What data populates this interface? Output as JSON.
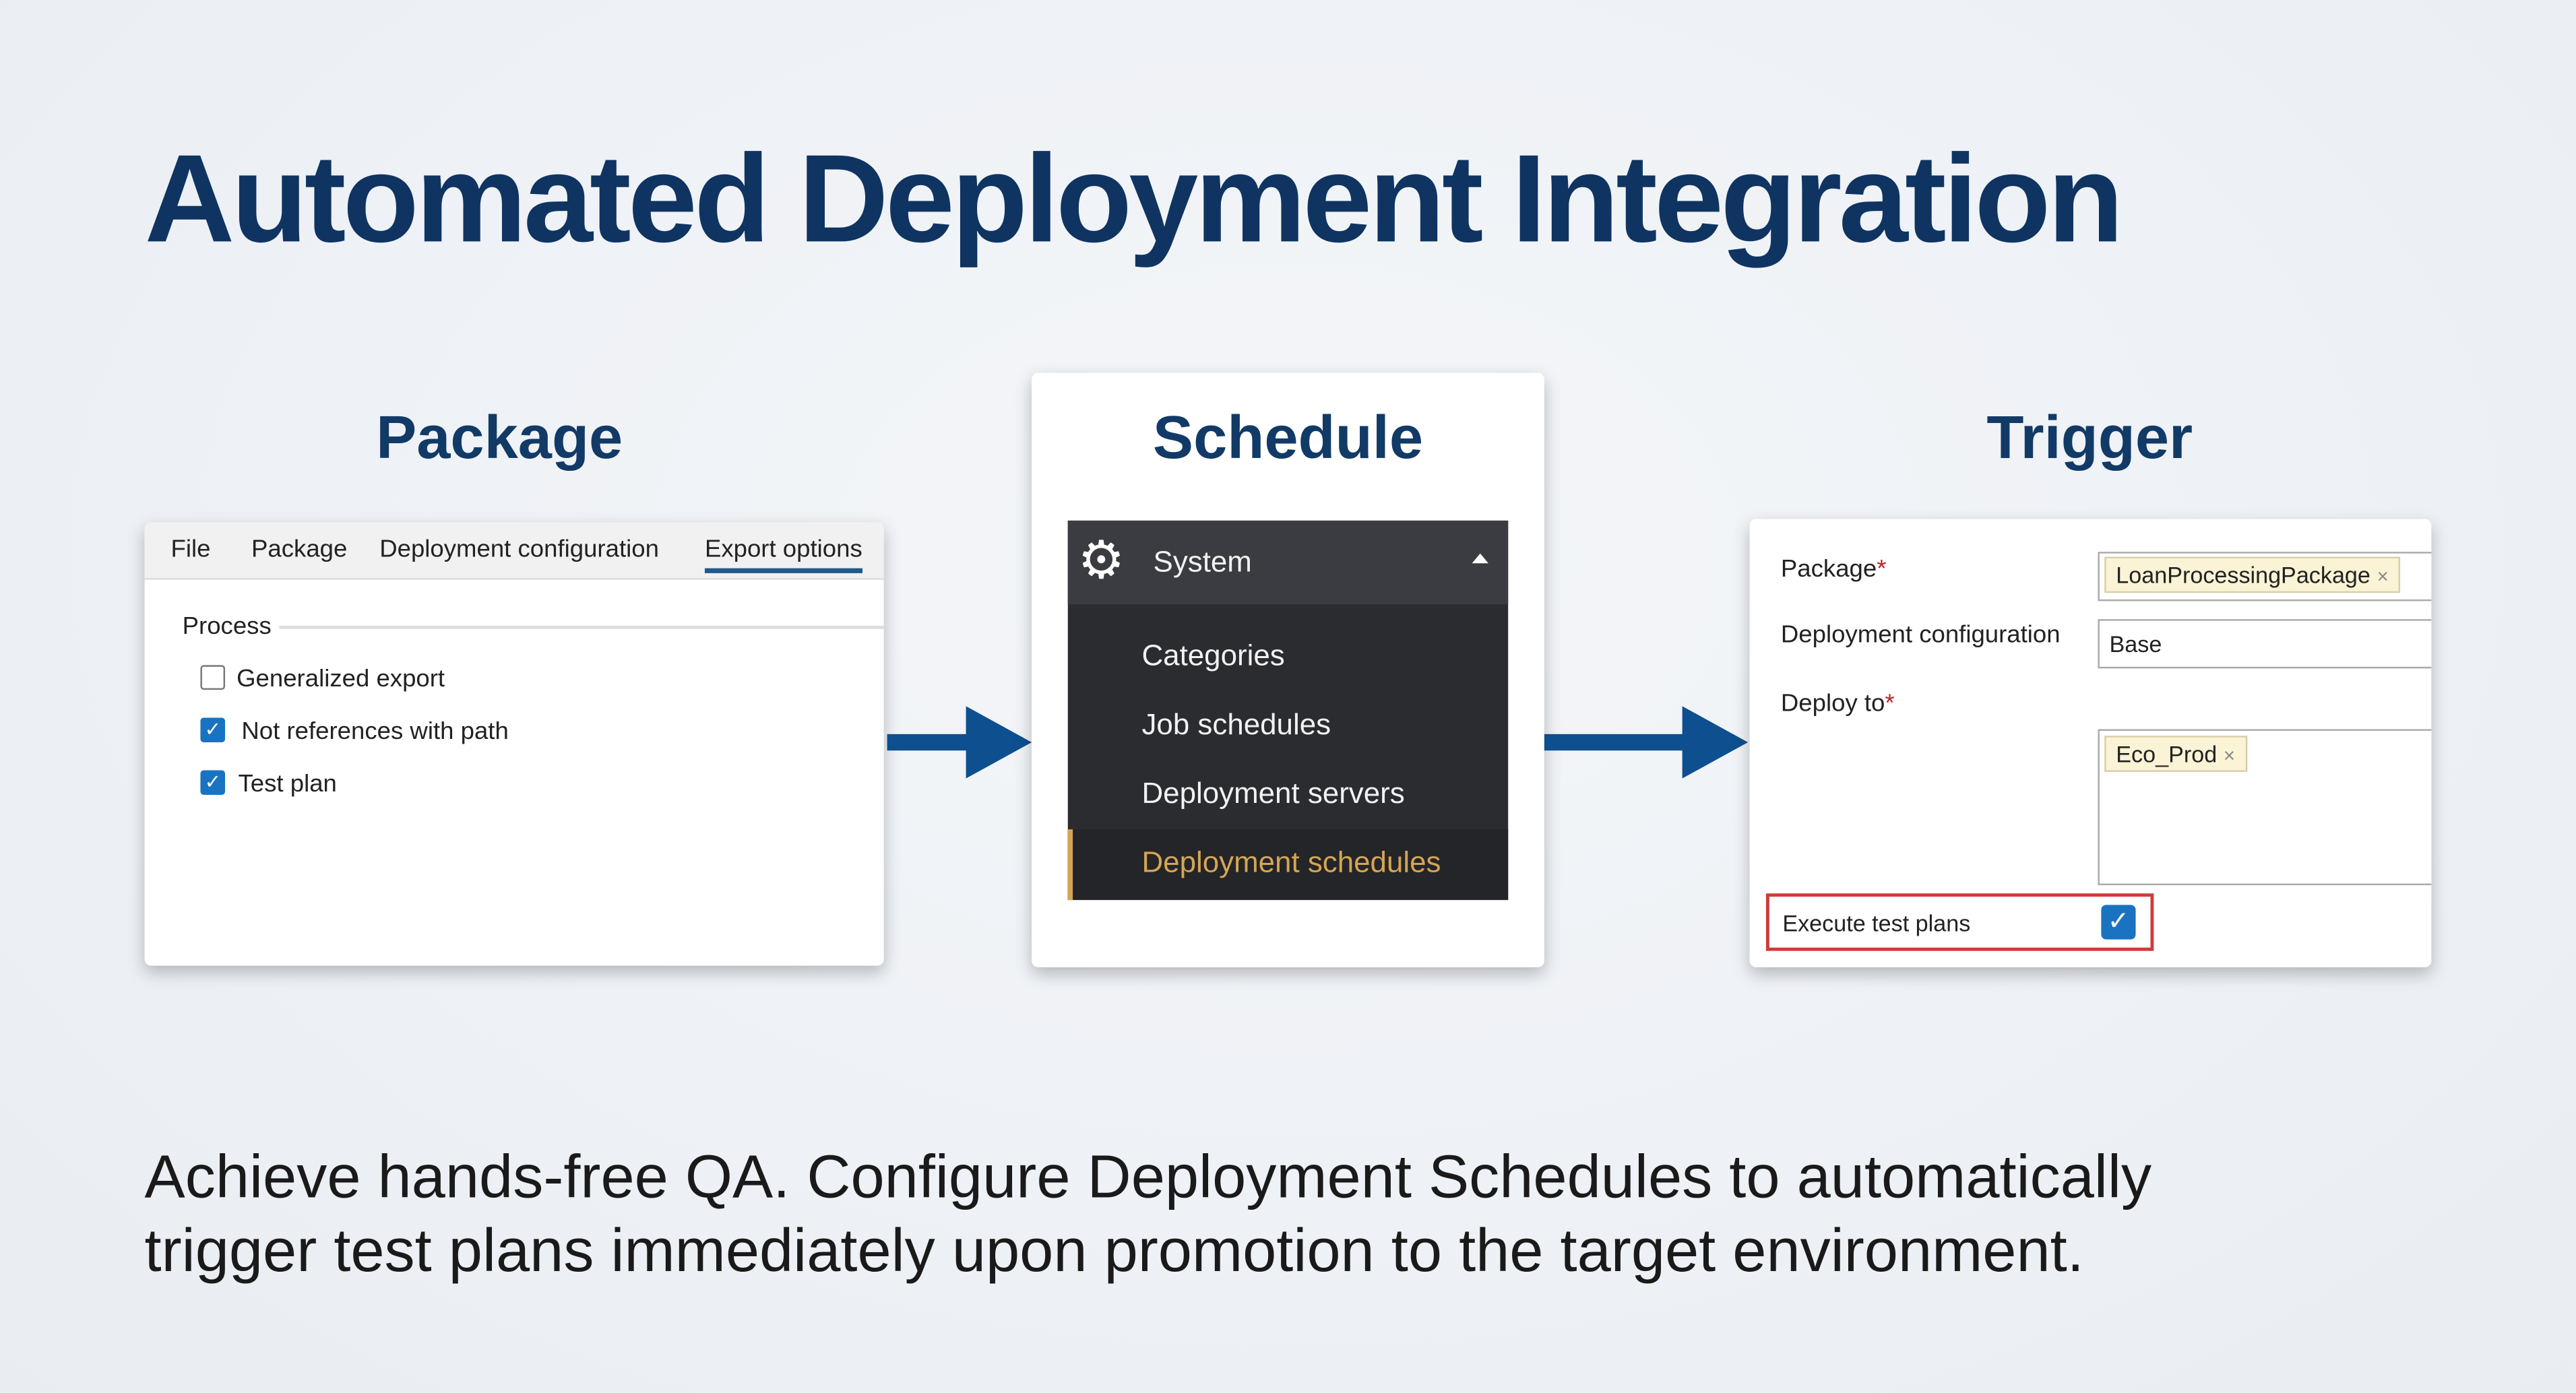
{
  "title": "Automated Deployment Integration",
  "steps": {
    "package": {
      "heading": "Package",
      "tabs": [
        "File",
        "Package",
        "Deployment configuration",
        "Export options"
      ],
      "active_tab": "Export options",
      "section": "Process",
      "options": [
        {
          "label": "Generalized export",
          "checked": false
        },
        {
          "label": "Not references with path",
          "checked": true
        },
        {
          "label": "Test plan",
          "checked": true
        }
      ]
    },
    "schedule": {
      "heading": "Schedule",
      "menu_header": "System",
      "items": [
        "Categories",
        "Job schedules",
        "Deployment servers",
        "Deployment schedules"
      ],
      "selected_item": "Deployment schedules",
      "highlight_color": "#d4a552"
    },
    "trigger": {
      "heading": "Trigger",
      "package_label": "Package",
      "package_value": "LoanProcessingPackage",
      "config_label": "Deployment configuration",
      "config_value": "Base",
      "deploy_label": "Deploy to",
      "deploy_value": "Eco_Prod",
      "required_mark": "*",
      "remove_glyph": "×",
      "execute_label": "Execute test plans",
      "execute_checked": true
    }
  },
  "checkmark": "✓",
  "caption_line1": "Achieve hands-free QA. Configure Deployment Schedules to automatically",
  "caption_line2": "trigger test plans immediately upon promotion to the target environment.",
  "colors": {
    "title": "#0f3462",
    "arrow": "#0e4f8f",
    "checkbox": "#1a73c0",
    "highlight_box": "#d03a3a"
  }
}
